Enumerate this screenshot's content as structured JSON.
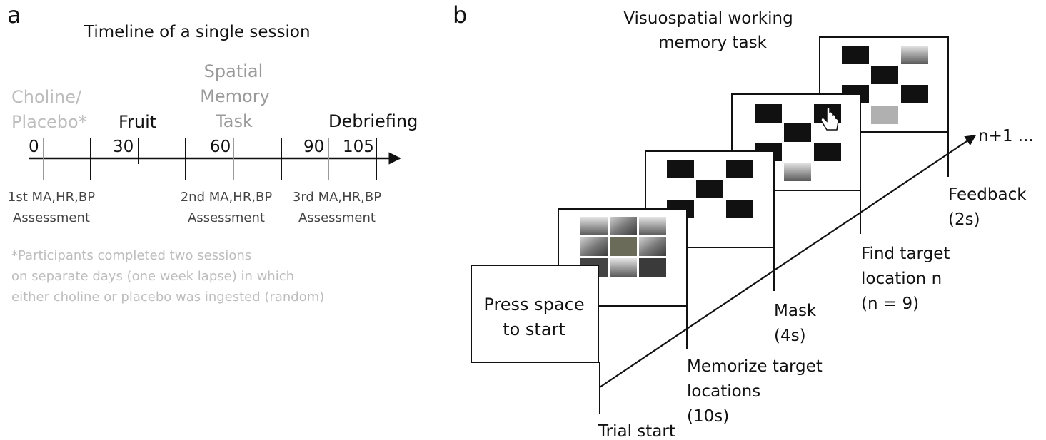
{
  "panel_a": {
    "letter": "a",
    "title": "Timeline of a single session",
    "events": {
      "choline_line1": "Choline/",
      "choline_line2": "Placebo*",
      "fruit": "Fruit",
      "spatial_line1": "Spatial",
      "spatial_line2": "Memory",
      "spatial_line3": "Task",
      "debriefing": "Debriefing"
    },
    "ticks": [
      "0",
      "30",
      "60",
      "90",
      "105"
    ],
    "assessments": [
      {
        "line1": "1st MA,HR,BP",
        "line2": "Assessment"
      },
      {
        "line1": "2nd MA,HR,BP",
        "line2": "Assessment"
      },
      {
        "line1": "3rd MA,HR,BP",
        "line2": "Assessment"
      }
    ],
    "footnote": [
      "*Participants completed two sessions",
      "on separate days (one week lapse) in which",
      "either choline or placebo was ingested (random)"
    ],
    "colors": {
      "gray": "#9a9a9a",
      "light_gray": "#bdbdbd",
      "dark": "#222222"
    }
  },
  "panel_b": {
    "letter": "b",
    "title_line1": "Visuospatial working",
    "title_line2": "memory task",
    "start_screen_line1": "Press space",
    "start_screen_line2": "to start",
    "labels": {
      "trial_start": "Trial start",
      "memorize_line1": "Memorize target",
      "memorize_line2": "locations",
      "memorize_line3": "(10s)",
      "mask_line1": "Mask",
      "mask_line2": "(4s)",
      "find_line1": "Find target",
      "find_line2": "location n",
      "find_line3": "(n = 9)",
      "feedback_line1": "Feedback",
      "feedback_line2": "(2s)",
      "next": "n+1 ..."
    },
    "icons": [
      "pointer-hand-icon"
    ]
  }
}
